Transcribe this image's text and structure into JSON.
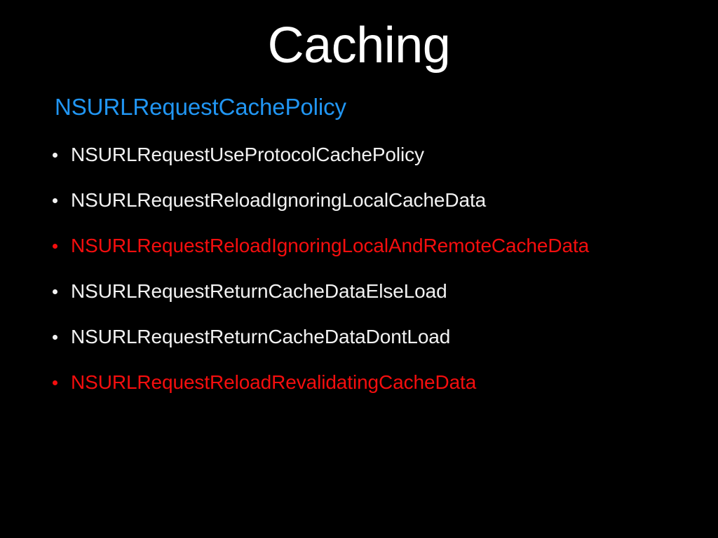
{
  "slide": {
    "background_color": "#000000",
    "title": "Caching",
    "title_color": "#ffffff",
    "subheading": "NSURLRequestCachePolicy",
    "subheading_color": "#2196f3",
    "bullet_marker_icon": "bullet-dot-icon",
    "colors": {
      "white": "#f2f2f2",
      "red": "#f50e0e",
      "blue": "#2196f3"
    },
    "bullets": [
      {
        "text": "NSURLRequestUseProtocolCachePolicy",
        "color": "#f2f2f2",
        "tone": "white"
      },
      {
        "text": "NSURLRequestReloadIgnoringLocalCacheData",
        "color": "#f2f2f2",
        "tone": "white"
      },
      {
        "text": "NSURLRequestReloadIgnoringLocalAndRemoteCacheData",
        "color": "#f50e0e",
        "tone": "red"
      },
      {
        "text": "NSURLRequestReturnCacheDataElseLoad",
        "color": "#f2f2f2",
        "tone": "white"
      },
      {
        "text": "NSURLRequestReturnCacheDataDontLoad",
        "color": "#f2f2f2",
        "tone": "white"
      },
      {
        "text": "NSURLRequestReloadRevalidatingCacheData",
        "color": "#f50e0e",
        "tone": "red"
      }
    ]
  }
}
